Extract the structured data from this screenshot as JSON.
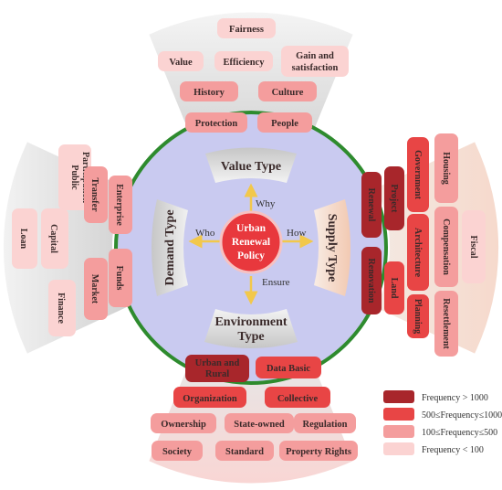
{
  "center": {
    "line1": "Urban",
    "line2": "Renewal",
    "line3": "Policy"
  },
  "questions": {
    "why": "Why",
    "who": "Who",
    "how": "How",
    "ensure": "Ensure"
  },
  "types": {
    "value": "Value Type",
    "demand": "Demand Type",
    "supply": "Supply Type",
    "environment_line1": "Environment",
    "environment_line2": "Type"
  },
  "value_keywords": {
    "fairness": "Fairness",
    "value": "Value",
    "efficiency": "Efficiency",
    "gain_line1": "Gain and",
    "gain_line2": "satisfaction",
    "history": "History",
    "culture": "Culture",
    "protection": "Protection",
    "people": "People"
  },
  "demand_keywords": {
    "public_line1": "Public",
    "public_line2": "Participation",
    "transfer": "Transfer",
    "enterprise": "Enterprise",
    "loan": "Loan",
    "capital": "Capital",
    "finance": "Finance",
    "market": "Market",
    "funds": "Funds"
  },
  "supply_keywords": {
    "renewal": "Renewal",
    "project": "Project",
    "government": "Government",
    "housing": "Housing",
    "renovation": "Renovation",
    "land": "Land",
    "architecture": "Architecture",
    "compensation": "Compensation",
    "fiscal": "Fiscal",
    "planning": "Planning",
    "resettlement": "Resettlement"
  },
  "environment_keywords": {
    "urban_line1": "Urban and",
    "urban_line2": "Rural",
    "data_basic": "Data Basic",
    "organization": "Organization",
    "collective": "Collective",
    "ownership": "Ownership",
    "state_owned": "State-owned",
    "regulation": "Regulation",
    "society": "Society",
    "standard": "Standard",
    "property_rights": "Property Rights"
  },
  "legend": [
    {
      "label": "Frequency > 1000",
      "color": "#a8262b"
    },
    {
      "label": "500≤Frequency≤1000",
      "color": "#e84545"
    },
    {
      "label": "100≤Frequency≤500",
      "color": "#f49d9d"
    },
    {
      "label": "Frequency < 100",
      "color": "#fbd3d2"
    }
  ],
  "colors": {
    "dark": "#a8262b",
    "red": "#e84545",
    "pink": "#f49d9d",
    "light": "#fbd3d2",
    "center": "#e8383d",
    "ring": "#2e8b2e",
    "inner_disc": "#c9caf0"
  }
}
